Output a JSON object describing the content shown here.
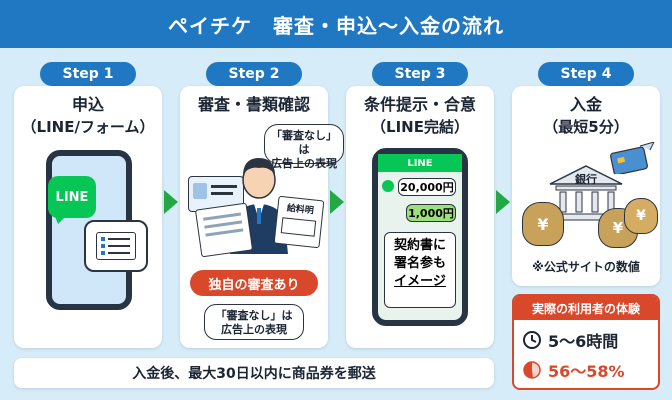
{
  "header": {
    "title": "ペイチケ　審査・申込〜入金の流れ"
  },
  "steps": [
    {
      "label": "Step 1",
      "title_line1": "申込",
      "title_line2": "（LINE/フォーム）"
    },
    {
      "label": "Step 2",
      "title_line1": "審査・書類確認"
    },
    {
      "label": "Step 3",
      "title_line1": "条件提示・合意",
      "title_line2": "（LINE完結）"
    },
    {
      "label": "Step 4",
      "title_line1": "入金",
      "title_line2": "（最短5分）"
    }
  ],
  "step1": {
    "line_logo_text": "LINE"
  },
  "step2": {
    "bubble_top_line1": "「審査なし」は",
    "bubble_top_line2": "広告上の表現",
    "doc_label": "給料明",
    "badge": "独自の審査あり",
    "bubble_bottom_line1": "「審査なし」は",
    "bubble_bottom_line2": "広告上の表現"
  },
  "step3": {
    "app_header": "LINE",
    "amount_1": "20,000円",
    "amount_2": "1,000円",
    "contract_line1": "契約書に",
    "contract_line2": "署名参も",
    "contract_line3": "イメージ"
  },
  "step4": {
    "bank_label": "銀行",
    "money_symbol": "¥",
    "note": "※公式サイトの数値"
  },
  "experience": {
    "heading": "実際の利用者の体験",
    "time": "5〜6時間",
    "percent": "56〜58%"
  },
  "bottom_note": "入金後、最大30日以内に商品券を郵送",
  "colors": {
    "header_blue": "#1f78c1",
    "arrow_green": "#22a845",
    "line_green": "#06c755",
    "alert_red": "#d9482b",
    "background": "#d6ecf8"
  }
}
